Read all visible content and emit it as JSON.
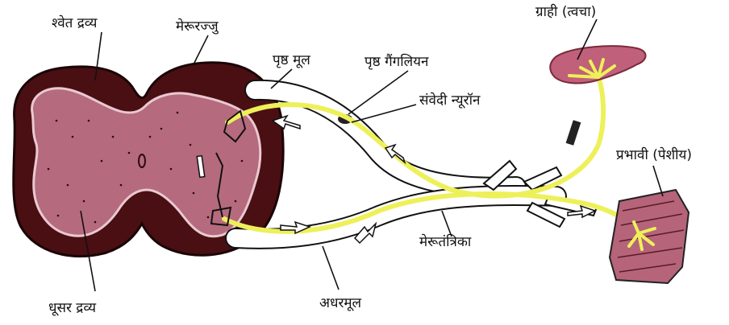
{
  "labels": {
    "white_matter": "श्वेत द्रव्य",
    "spinal_cord": "मेरूरज्जु",
    "dorsal_root": "पृष्ठ मूल",
    "dorsal_ganglion": "पृष्ठ गैंगलियन",
    "sensory_neuron": "संवेदी न्यूरॉन",
    "receptor": "ग्राही (त्वचा)",
    "effector": "प्रभावी (पेशीय)",
    "spinal_nerve": "मेरूतंत्रिका",
    "ventral_root": "अधरमूल",
    "grey_matter": "धूसर द्रव्य"
  },
  "colors": {
    "white_matter": "#4a0f12",
    "grey_matter": "#b56a7e",
    "nerve_pathway": "#eef05a",
    "receptor_tissue": "#c0607a",
    "muscle_tissue": "#b5647a",
    "outline": "#111111"
  }
}
